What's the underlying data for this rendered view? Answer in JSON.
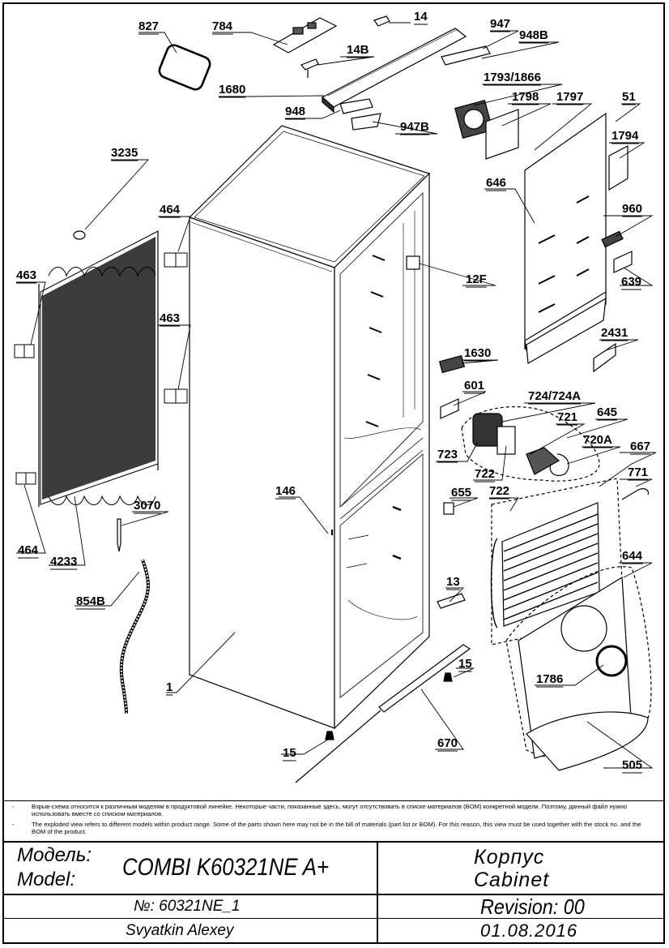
{
  "parts": [
    {
      "id": "l827",
      "text": "827"
    },
    {
      "id": "l784",
      "text": "784"
    },
    {
      "id": "l14",
      "text": "14"
    },
    {
      "id": "l947",
      "text": "947"
    },
    {
      "id": "l948B",
      "text": "948B"
    },
    {
      "id": "l14B",
      "text": "14B"
    },
    {
      "id": "l1793",
      "text": "1793/1866"
    },
    {
      "id": "l1680",
      "text": "1680"
    },
    {
      "id": "l1798",
      "text": "1798"
    },
    {
      "id": "l1797",
      "text": "1797"
    },
    {
      "id": "l51",
      "text": "51"
    },
    {
      "id": "l948",
      "text": "948"
    },
    {
      "id": "l947B",
      "text": "947B"
    },
    {
      "id": "l3235",
      "text": "3235"
    },
    {
      "id": "l1794",
      "text": "1794"
    },
    {
      "id": "l646",
      "text": "646"
    },
    {
      "id": "l464a",
      "text": "464"
    },
    {
      "id": "l960",
      "text": "960"
    },
    {
      "id": "l463a",
      "text": "463"
    },
    {
      "id": "l12F",
      "text": "12F"
    },
    {
      "id": "l639",
      "text": "639"
    },
    {
      "id": "l463b",
      "text": "463"
    },
    {
      "id": "l2431",
      "text": "2431"
    },
    {
      "id": "l1630",
      "text": "1630"
    },
    {
      "id": "l601",
      "text": "601"
    },
    {
      "id": "l724",
      "text": "724/724A"
    },
    {
      "id": "l645",
      "text": "645"
    },
    {
      "id": "l721",
      "text": "721"
    },
    {
      "id": "l720A",
      "text": "720A"
    },
    {
      "id": "l723",
      "text": "723"
    },
    {
      "id": "l667",
      "text": "667"
    },
    {
      "id": "l722a",
      "text": "722"
    },
    {
      "id": "l771",
      "text": "771"
    },
    {
      "id": "l146",
      "text": "146"
    },
    {
      "id": "l722b",
      "text": "722"
    },
    {
      "id": "l655",
      "text": "655"
    },
    {
      "id": "l3070",
      "text": "3070"
    },
    {
      "id": "l464b",
      "text": "464"
    },
    {
      "id": "l4233",
      "text": "4233"
    },
    {
      "id": "l644",
      "text": "644"
    },
    {
      "id": "l854B",
      "text": "854B"
    },
    {
      "id": "l13",
      "text": "13"
    },
    {
      "id": "l15a",
      "text": "15"
    },
    {
      "id": "l1786",
      "text": "1786"
    },
    {
      "id": "l1",
      "text": "1"
    },
    {
      "id": "l670",
      "text": "670"
    },
    {
      "id": "l15b",
      "text": "15"
    },
    {
      "id": "l505",
      "text": "505"
    }
  ],
  "notes": [
    {
      "dash": "-",
      "text": "Взрыв-схема относится к различным моделям в продуктовой линейке.  Некоторые части, показанные здесь, могут отсутствовать в списке материалов (BOM) конкретной модели. Поэтому, данный файл нужно использовать вместе со списком материалов."
    },
    {
      "dash": "-",
      "text": "The exploded view refers to different models within product range. Some of the parts shown here may not be in the bill of materials (part list or BOM). For this reason, this view must be used together with the stock no. and the BOM of the product."
    }
  ],
  "title_block": {
    "model_label_ru": "Модель:",
    "model_label_en": "Model:",
    "model_value": "COMBI K60321NE A+",
    "section_ru": "Корпус",
    "section_en": "Cabinet",
    "number": "№: 60321NE_1",
    "revision": "Revision: 00",
    "author": "Svyatkin Alexey",
    "date": "01.08.2016"
  }
}
